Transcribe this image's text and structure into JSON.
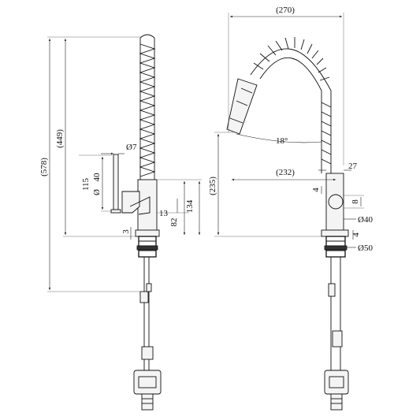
{
  "colors": {
    "line": "#111111",
    "background": "#ffffff"
  },
  "labels": {
    "total_height": "(578)",
    "spout_height": "(449)",
    "pipe_dia": "7",
    "body_dia": "40",
    "body_height": "115",
    "dim_13": "13",
    "dim_82": "82",
    "dim_134": "134",
    "dim_3": "3",
    "spread": "(270)",
    "angle": "18°",
    "reach": "(232)",
    "dim_27": "27",
    "outlet_height": "(235)",
    "dim_4": "4",
    "dim_8": "8",
    "base_dia": "40",
    "dim_4b": "4",
    "dim_50": "50"
  },
  "symbols": {
    "diameter": "Ø"
  }
}
